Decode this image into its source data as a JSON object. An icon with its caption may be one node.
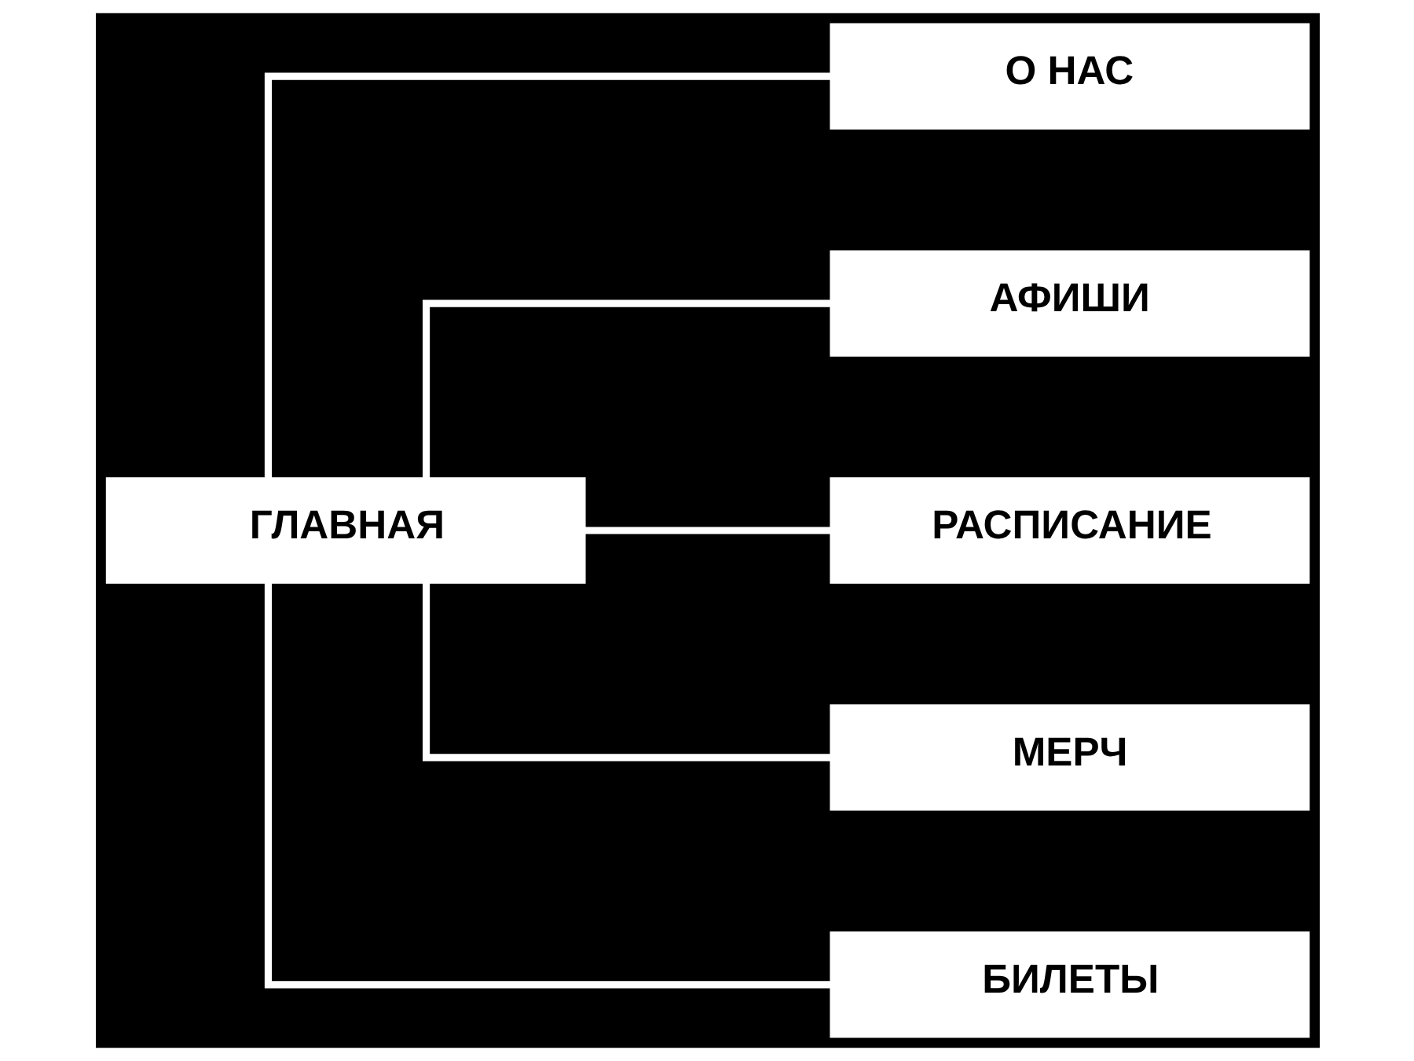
{
  "diagram": {
    "nodes": [
      {
        "text": [
          "ГЛАВНАЯ"
        ]
      },
      {
        "text": [
          "О НАС"
        ]
      },
      {
        "text": [
          "АФИШИ"
        ]
      },
      {
        "text": [
          "РАСПИСАНИЕ"
        ]
      },
      {
        "text": [
          "МЕРЧ"
        ]
      },
      {
        "text": [
          "БИЛЕТЫ"
        ]
      }
    ],
    "edges": [
      {
        "from": 0,
        "to": 1,
        "arrow": "none"
      },
      {
        "from": 0,
        "to": 2,
        "arrow": "none"
      },
      {
        "from": 0,
        "to": 3,
        "arrow": "none"
      },
      {
        "from": 0,
        "to": 4,
        "arrow": "none"
      },
      {
        "from": 0,
        "to": 5,
        "arrow": "none"
      }
    ]
  }
}
